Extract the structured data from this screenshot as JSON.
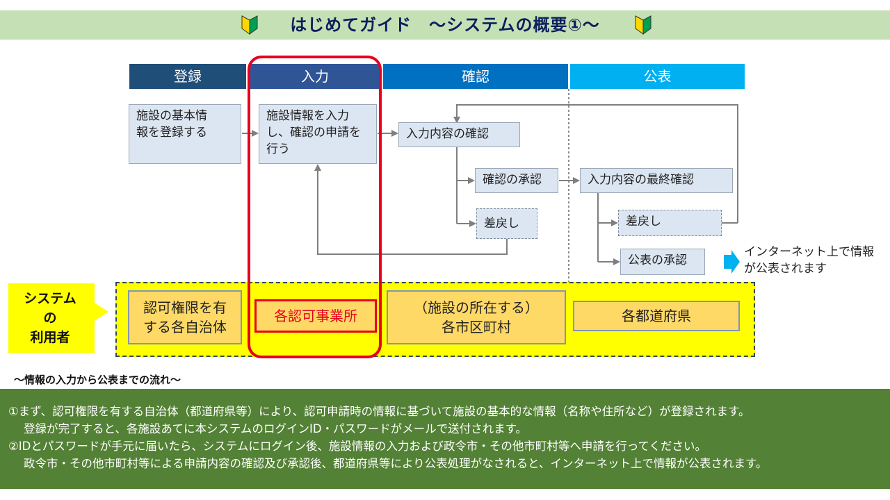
{
  "title": "はじめてガイド　～システムの概要①～",
  "phases": {
    "register": "登録",
    "input": "入力",
    "confirm": "確認",
    "publish": "公表"
  },
  "steps": {
    "basic_info_line1": "施設の基本情",
    "basic_info_line2": "報を登録する",
    "facility_input_line1": "施設情報を入力",
    "facility_input_line2": "し、確認の申請を",
    "facility_input_line3": "行う",
    "input_check": "入力内容の確認",
    "check_approval": "確認の承認",
    "return_1": "差戻し",
    "final_check": "入力内容の最終確認",
    "return_2": "差戻し",
    "publish_approval": "公表の承認"
  },
  "internet_note_line1": "インターネット上で情報",
  "internet_note_line2": "が公表されます",
  "users": {
    "callout_line1": "システム",
    "callout_line2": "の",
    "callout_line3": "利用者",
    "authority_line1": "認可権限を有",
    "authority_line2": "する各自治体",
    "operator": "各認可事業所",
    "municipality_line1": "（施設の所在する）",
    "municipality_line2": "各市区町村",
    "prefecture": "各都道府県"
  },
  "flow_caption": "～情報の入力から公表までの流れ～",
  "footer": {
    "line1": "①まず、認可権限を有する自治体（都道府県等）により、認可申請時の情報に基づいて施設の基本的な情報（名称や住所など）が登録されます。",
    "line2": "登録が完了すると、各施設あてに本システムのログインID・パスワードがメールで送付されます。",
    "line3": "②IDとパスワードが手元に届いたら、システムにログイン後、施設情報の入力および政令市・その他市町村等へ申請を行ってください。",
    "line4": "政令市・その他市町村等による申請内容の確認及び承認後、都道府県等により公表処理がなされると、インターネット上で情報が公表されます。"
  },
  "colors": {
    "title_bg": "#c5e0b4",
    "phase_register": "#1f4e79",
    "phase_input": "#2f5597",
    "phase_confirm": "#0070c0",
    "phase_publish": "#00b0f0",
    "highlight": "#e8001c",
    "footer_bg": "#538135"
  }
}
